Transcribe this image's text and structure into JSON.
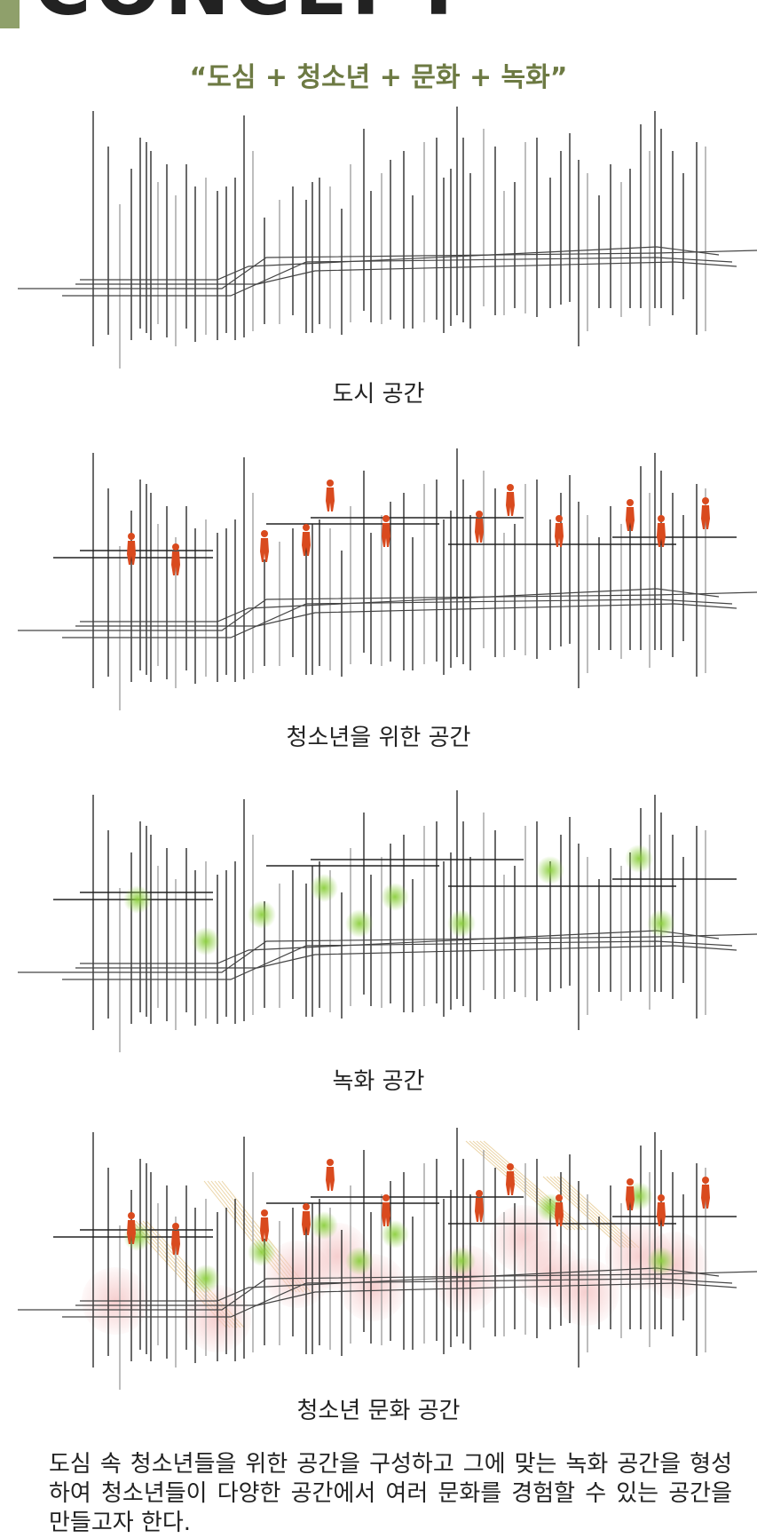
{
  "header": {
    "title": "CONCEPT"
  },
  "subtitle": "“도심 + 청소년 + 문화 + 녹화”",
  "panels": [
    {
      "caption": "도시 공간",
      "people": false,
      "greens": false,
      "light": false,
      "platforms": false
    },
    {
      "caption": "청소년을 위한 공간",
      "people": true,
      "greens": false,
      "light": false,
      "platforms": true
    },
    {
      "caption": "녹화 공간",
      "people": false,
      "greens": true,
      "light": false,
      "platforms": true
    },
    {
      "caption": "청소년 문화 공간",
      "people": true,
      "greens": true,
      "light": true,
      "platforms": true
    }
  ],
  "description": "도심 속 청소년들을 위한 공간을 구성하고 그에 맞는 녹화 공간을 형성하여 청소년들이 다양한 공간에서 여러 문화를 경험할 수 있는 공간을 만들고자 한다.",
  "colors": {
    "accent_green": "#8fa06b",
    "subtitle_green": "#6d7a43",
    "people_red": "#d94a1e",
    "greenery": "#8ccf3e",
    "pink_glow": "#f4c6c6",
    "light_rays": "#e6c98f"
  }
}
